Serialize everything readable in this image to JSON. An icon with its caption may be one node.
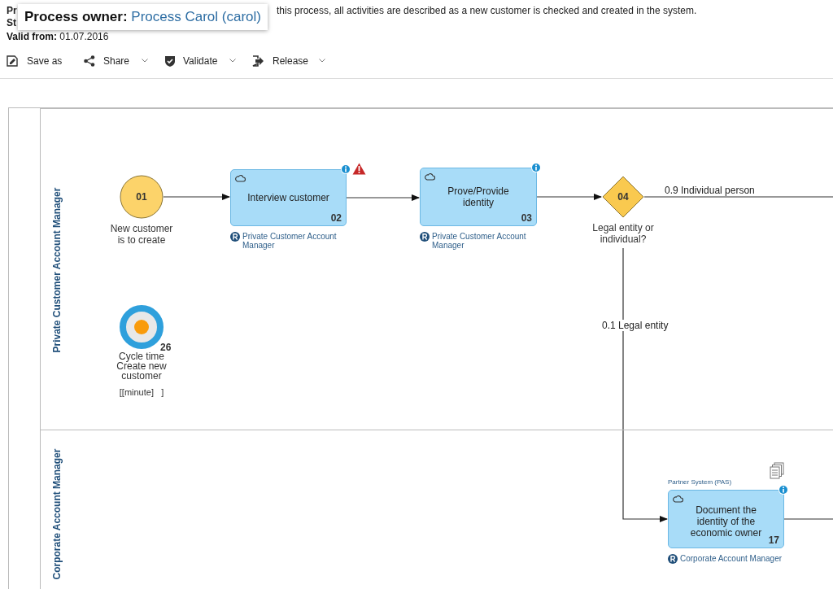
{
  "diagram": {
    "nodes": [
      {
        "text": [],
        "shape": "box"
      },
      {
        "text": [
          "Private Customer Account Manager"
        ],
        "in": 0
      },
      {
        "text": [
          "Corporate Account Manager"
        ],
        "in": 0
      },
      {
        "text": [
          "01"
        ],
        "beside": [
          "New customer is to create"
        ],
        "in": 1
      },
      {
        "text": [
          "Interview customer",
          "02"
        ],
        "beside": [
          "Private Customer Account Manager"
        ],
        "in": 1
      },
      {
        "text": [
          "Prove/Provide identity",
          "03"
        ],
        "beside": [
          "Private Customer Account Manager"
        ],
        "in": 1
      },
      {
        "text": [
          "04"
        ],
        "beside": [
          "Legal entity or individual?"
        ],
        "in": 1
      },
      {
        "text": [],
        "shape": "circle",
        "beside": [
          "26",
          "Cycle time Create new customer",
          "[[minute]   ]"
        ],
        "in": 1
      },
      {
        "text": [
          "Document the identity of the economic owner",
          "17"
        ],
        "beside": [
          "Partner System (PAS)",
          "Corporate Account Manager"
        ],
        "in": 2
      }
    ],
    "edges": [
      {
        "from": 3,
        "to": 4,
        "arrow": "to"
      },
      {
        "from": 4,
        "to": 5,
        "arrow": "to"
      },
      {
        "from": 5,
        "to": 6,
        "arrow": "to"
      },
      {
        "from": 6,
        "to": null,
        "arrow": "none",
        "label": "0.9 Individual person"
      },
      {
        "from": 6,
        "to": 8,
        "arrow": "to",
        "label": "0.1 Legal entity"
      },
      {
        "from": 8,
        "to": null,
        "arrow": "none"
      }
    ],
    "labels": [
      "Pr",
      "this process, all activities are described as a new customer is checked and created in the system.",
      "St",
      "**Valid from:** 01.07.2016",
      "**Process owner:** Process Carol (carol)",
      "Save as",
      "Share",
      "Validate",
      "Release"
    ]
  }
}
